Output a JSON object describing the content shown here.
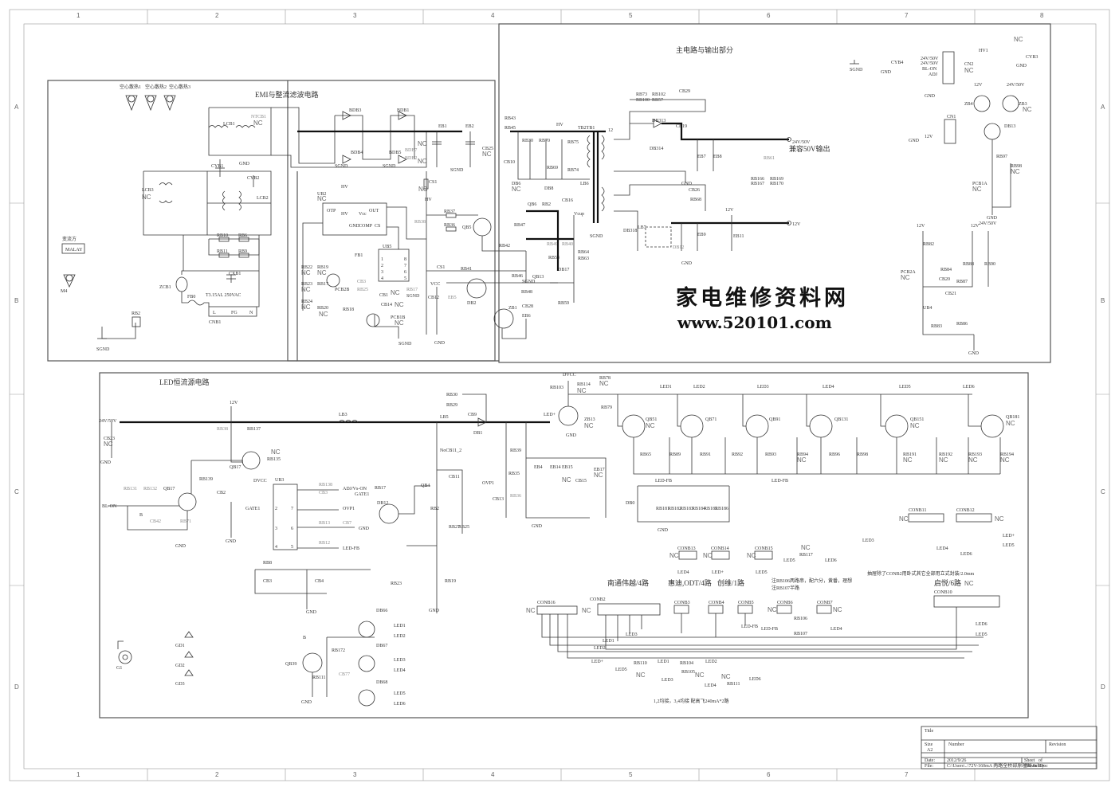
{
  "sections": {
    "emi": "EMI与整流滤波电路",
    "main": "主电路与输出部分",
    "led": "LED恒流源电路"
  },
  "watermark": {
    "line1": "家电维修资料网",
    "line2": "www.520101.com"
  },
  "outputs": {
    "v24": "24V/50V",
    "v24_desc": "兼容50V输出",
    "v12": "12V",
    "v24_50": "24V/50V"
  },
  "fuse": "T3.15AL 250VAC",
  "malay": "MALAY",
  "bottom_labels": {
    "nantong": "南通伟越/4路",
    "huidi": "惠迪,ODT/4路",
    "chuangwei": "创维/1路",
    "qiyue": "启悦/6路",
    "note_conb2": "抽屉除了CONB2用卧式其它全部用立式封装/2.0mm",
    "note_rb": "注RB106两路串，配六分，黄番，理想",
    "note_rb2": "注RB107半路",
    "note_bottom": "1,2均接，3,4均接 配高飞240mA*2路"
  },
  "transistor_labels": [
    "QB51",
    "QB71",
    "QB91",
    "QB131",
    "QB151",
    "QB181"
  ],
  "led_labels": [
    "LED1",
    "LED2",
    "LED3",
    "LED4",
    "LED5",
    "LED6"
  ],
  "connectors": [
    "CONB16",
    "CONB2",
    "CONB3",
    "CONB4",
    "CONB5",
    "CONB6",
    "CONB7",
    "CONB10",
    "CONB11",
    "CONB12",
    "CONB13",
    "CONB14",
    "CONB15"
  ],
  "title_block": {
    "title": "Title",
    "size": "Size",
    "size_val": "A2",
    "number": "Number",
    "revision": "Revision",
    "date": "Date:",
    "date_val": "2012/9/26",
    "sheet": "Sheet",
    "of": "of",
    "file": "File:",
    "file_val": "C:\\Users\\..\\72V-160mA 两路全桥部原理图.SchDoc",
    "drawn": "Drawn By:"
  },
  "grid": {
    "cols": [
      "1",
      "2",
      "3",
      "4",
      "5",
      "6",
      "7",
      "8"
    ],
    "rows": [
      "A",
      "B",
      "C",
      "D"
    ]
  },
  "gnd": "GND",
  "sgnd": "SGND",
  "nc": "NC",
  "heat_sinks": [
    "空心散热1",
    "空心散热2",
    "空心散热3"
  ],
  "misc": {
    "dvcc": "DVCC",
    "vcc": "VCC",
    "hv": "HV",
    "hv1": "HV1",
    "blon": "BL-ON",
    "adj": "ADJ/Vs-ON",
    "ovp": "OVP1",
    "ledfb": "LED-FB",
    "gate1": "GATE1",
    "v12": "12V",
    "v24in": "24V/50V",
    "bl_on_in": "BL-ON",
    "cs1": "CS1",
    "tb2": "TB2TB1",
    "vcup": "Vcup",
    "g1": "G1",
    "gd1": "GD1",
    "gd2": "GD2",
    "gd3": "GD3",
    "qb39": "QB39",
    "db66": "DB66",
    "db67": "DB67",
    "db68": "DB68",
    "rb172": "RB172",
    "rb111": "RB111",
    "m4": "M4",
    "pcb1": "PCB1B",
    "led_plus": "LED+",
    "nocb11": "NoCB11_2"
  }
}
